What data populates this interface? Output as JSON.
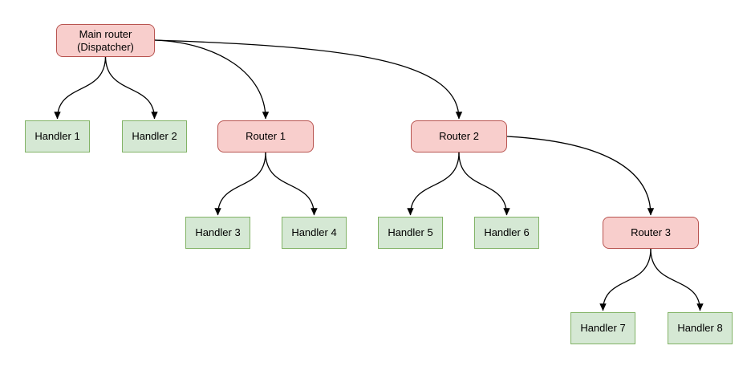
{
  "diagram": {
    "type": "tree-flowchart",
    "colors": {
      "router_fill": "#f8cecc",
      "router_stroke": "#b85450",
      "handler_fill": "#d5e8d4",
      "handler_stroke": "#82b366",
      "edge_stroke": "#000000",
      "background": "#ffffff"
    },
    "nodes": {
      "main_router": {
        "line1": "Main router",
        "line2": "(Dispatcher)",
        "kind": "router"
      },
      "router1": {
        "label": "Router 1",
        "kind": "router"
      },
      "router2": {
        "label": "Router 2",
        "kind": "router"
      },
      "router3": {
        "label": "Router 3",
        "kind": "router"
      },
      "handler1": {
        "label": "Handler 1",
        "kind": "handler"
      },
      "handler2": {
        "label": "Handler 2",
        "kind": "handler"
      },
      "handler3": {
        "label": "Handler 3",
        "kind": "handler"
      },
      "handler4": {
        "label": "Handler 4",
        "kind": "handler"
      },
      "handler5": {
        "label": "Handler 5",
        "kind": "handler"
      },
      "handler6": {
        "label": "Handler 6",
        "kind": "handler"
      },
      "handler7": {
        "label": "Handler 7",
        "kind": "handler"
      },
      "handler8": {
        "label": "Handler 8",
        "kind": "handler"
      }
    },
    "edges": [
      {
        "from": "Main router (Dispatcher)",
        "to": "Handler 1"
      },
      {
        "from": "Main router (Dispatcher)",
        "to": "Handler 2"
      },
      {
        "from": "Main router (Dispatcher)",
        "to": "Router 1"
      },
      {
        "from": "Main router (Dispatcher)",
        "to": "Router 2"
      },
      {
        "from": "Router 1",
        "to": "Handler 3"
      },
      {
        "from": "Router 1",
        "to": "Handler 4"
      },
      {
        "from": "Router 2",
        "to": "Handler 5"
      },
      {
        "from": "Router 2",
        "to": "Handler 6"
      },
      {
        "from": "Router 2",
        "to": "Router 3"
      },
      {
        "from": "Router 3",
        "to": "Handler 7"
      },
      {
        "from": "Router 3",
        "to": "Handler 8"
      }
    ]
  }
}
